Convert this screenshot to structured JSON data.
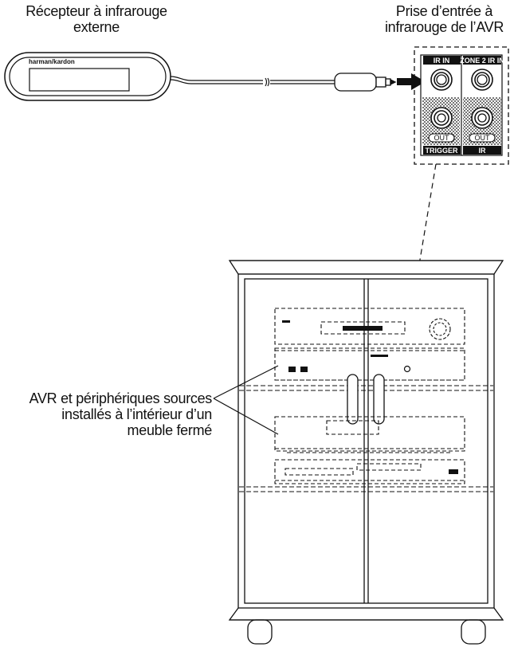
{
  "labels": {
    "receiver_line1": "Récepteur à infrarouge",
    "receiver_line2": "externe",
    "jack_line1": "Prise d’entrée à",
    "jack_line2": "infrarouge de l’AVR",
    "avr_line1": "AVR et périphériques sources",
    "avr_line2": "installés à l’intérieur d’un",
    "avr_line3": "meuble fermé"
  },
  "receiver": {
    "brand": "harman/kardon"
  },
  "panel": {
    "ir_in": "IR IN",
    "zone2_ir_in": "ZONE 2 IR IN",
    "out_left": "OUT",
    "out_right": "OUT",
    "trigger": "TRIGGER",
    "ir": "IR"
  },
  "colors": {
    "line": "#111111",
    "background": "#ffffff"
  }
}
